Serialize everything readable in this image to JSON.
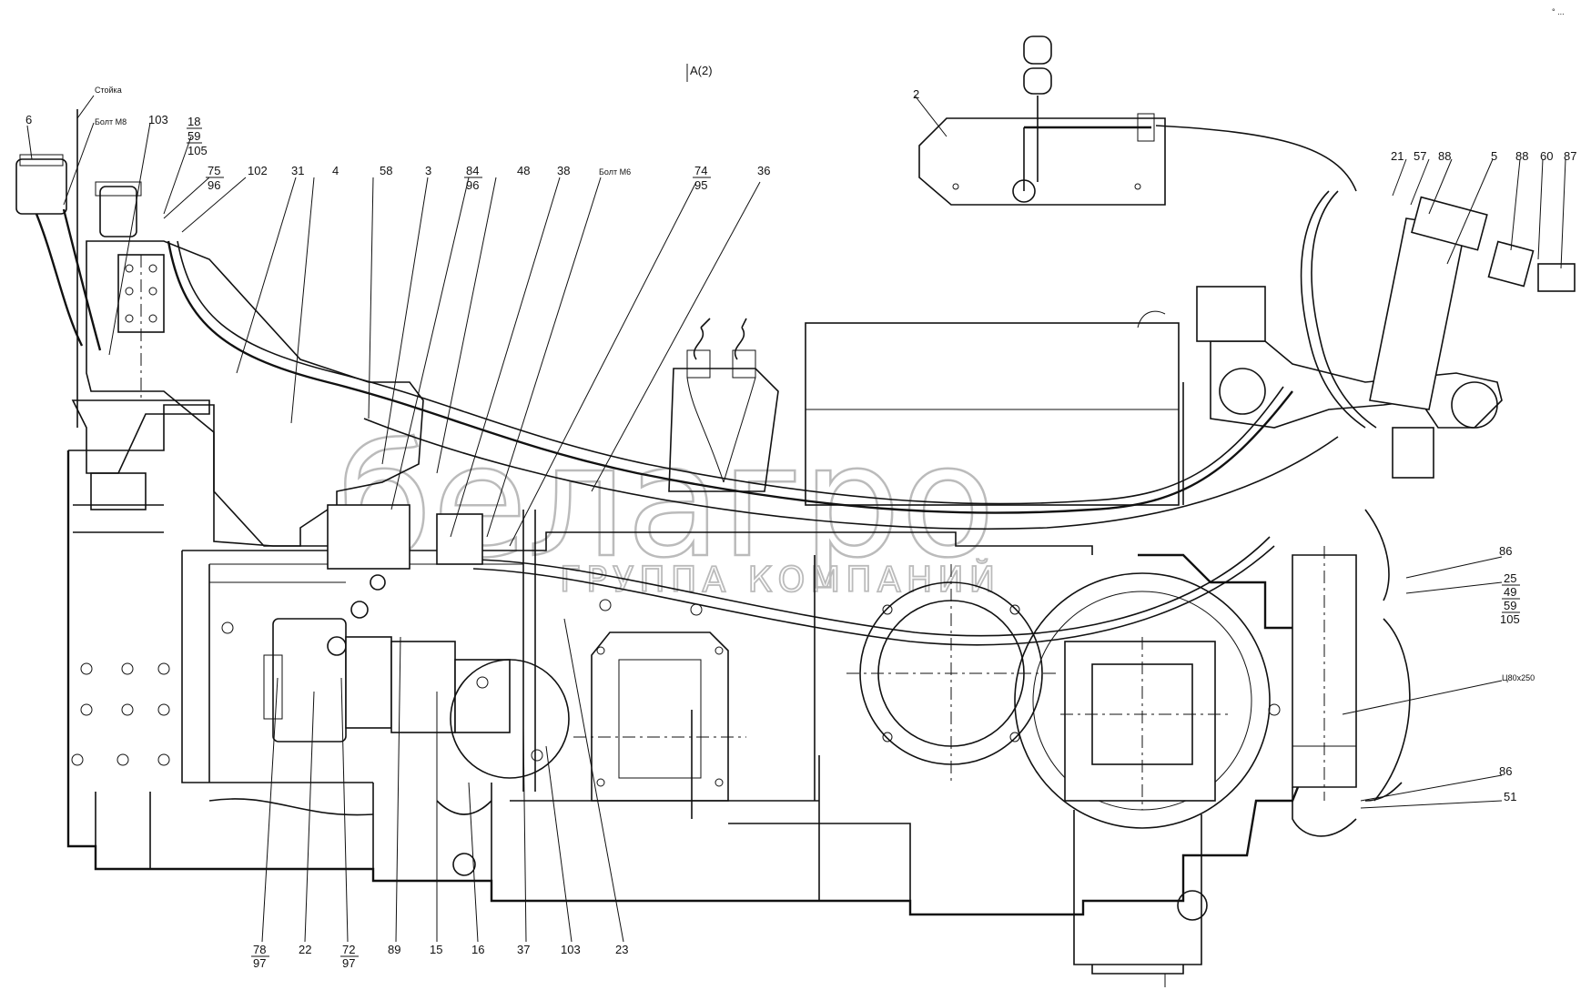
{
  "view_label": "A(2)",
  "corner_mark": "° ...",
  "watermark": {
    "brand": "белагро",
    "subtitle": "ГРУППА КОМПАНИЙ"
  },
  "callouts": {
    "c6": "6",
    "stoyka": "Стойка",
    "boltM8": "Болт М8",
    "c103a": "103",
    "c18": "18",
    "c59a": "59",
    "c105a": "105",
    "c75": "75",
    "c96a": "96",
    "c102": "102",
    "c31": "31",
    "c4": "4",
    "c58": "58",
    "c3": "3",
    "c84": "84",
    "c96b": "96",
    "c48": "48",
    "c38": "38",
    "boltM6": "Болт М6",
    "c74": "74",
    "c95": "95",
    "c36": "36",
    "c2": "2",
    "c21": "21",
    "c57": "57",
    "c88a": "88",
    "c5": "5",
    "c88b": "88",
    "c60": "60",
    "c87": "87",
    "c86a": "86",
    "c25": "25",
    "c49": "49",
    "c59b": "59",
    "c105b": "105",
    "tsb": "Ц80х250",
    "c86b": "86",
    "c51": "51",
    "c78": "78",
    "c97a": "97",
    "c22": "22",
    "c72": "72",
    "c97b": "97",
    "c89": "89",
    "c15": "15",
    "c16": "16",
    "c37": "37",
    "c103b": "103",
    "c23": "23"
  }
}
